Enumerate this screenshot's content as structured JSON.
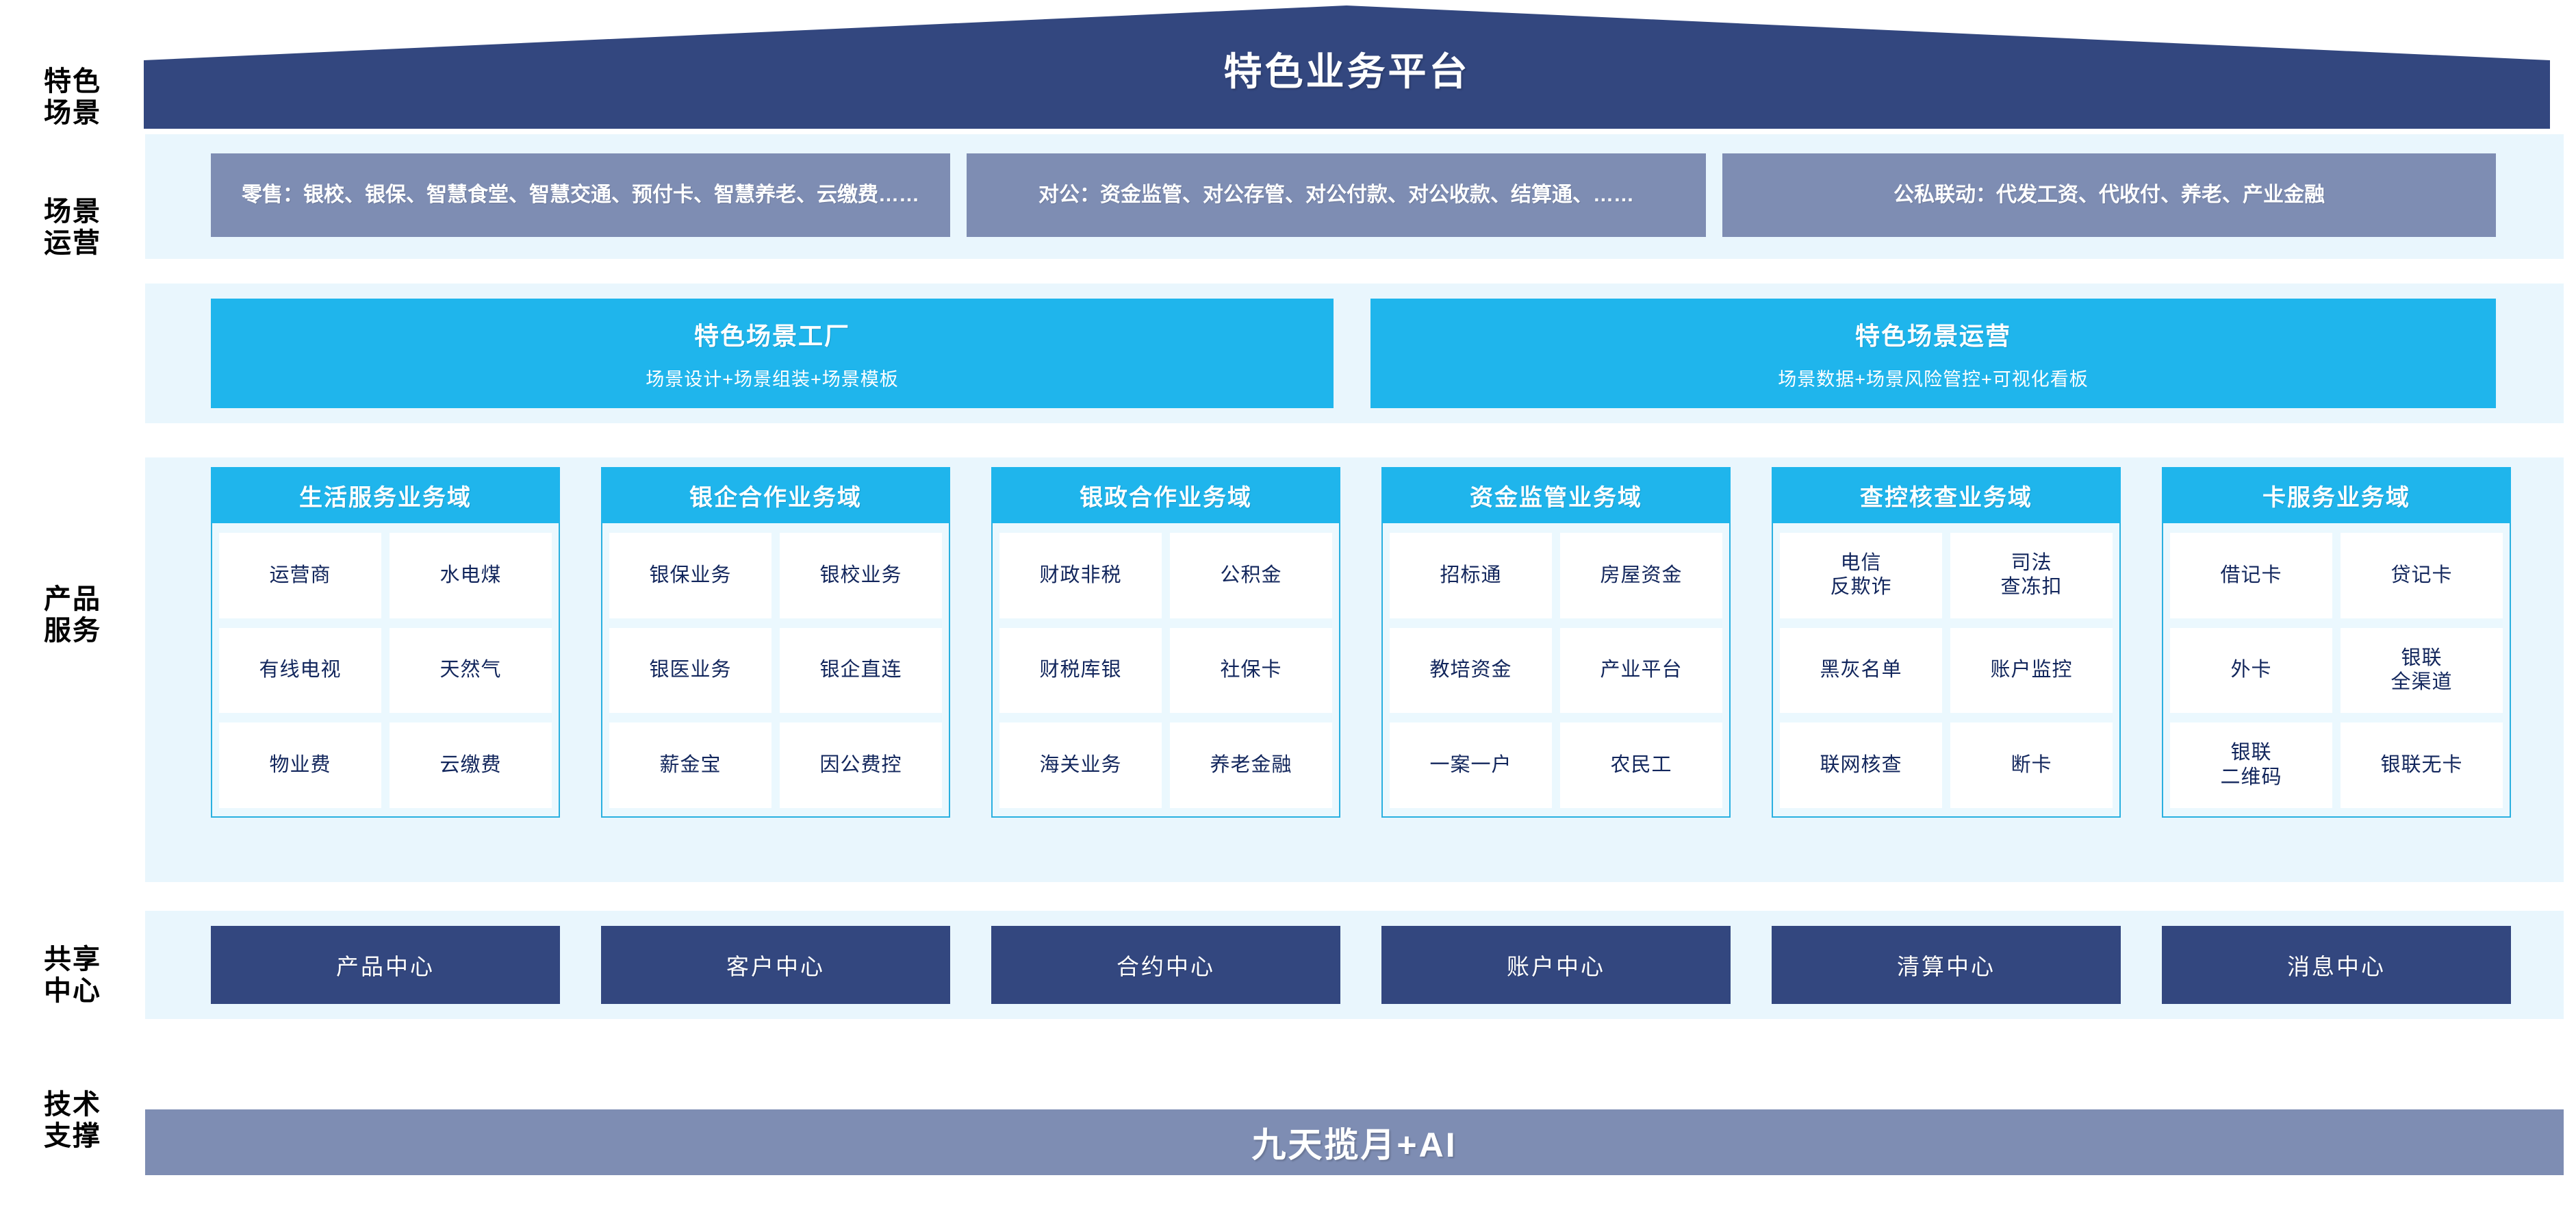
{
  "title": "特色业务平台",
  "colors": {
    "roof": "#33477f",
    "band_bg": "#e9f6fd",
    "scenario_box": "#7e8db3",
    "cyan": "#1fb5ec",
    "navy": "#33477f",
    "text_navy": "#12265c",
    "card_border": "#2ab0e0"
  },
  "rail": {
    "labels": [
      {
        "id": "scenario",
        "line1": "特色",
        "line2": "场景"
      },
      {
        "id": "operation",
        "line1": "场景",
        "line2": "运营"
      },
      {
        "id": "product",
        "line1": "产品",
        "line2": "服务"
      },
      {
        "id": "shared",
        "line1": "共享",
        "line2": "中心"
      },
      {
        "id": "tech",
        "line1": "技术",
        "line2": "支撑"
      }
    ]
  },
  "scenarios": [
    {
      "id": "retail",
      "text": "零售：银校、银保、智慧食堂、智慧交通、预付卡、智慧养老、云缴费……"
    },
    {
      "id": "corporate",
      "text": "对公：资金监管、对公存管、对公付款、对公收款、结算通、……"
    },
    {
      "id": "linkage",
      "text": "公私联动：代发工资、代收付、养老、产业金融"
    }
  ],
  "operations": [
    {
      "id": "scene-factory",
      "title": "特色场景工厂",
      "subtitle": "场景设计+场景组装+场景模板"
    },
    {
      "id": "scene-ops",
      "title": "特色场景运营",
      "subtitle": "场景数据+场景风险管控+可视化看板"
    }
  ],
  "domains": [
    {
      "id": "life-service",
      "title": "生活服务业务域",
      "items": [
        "运营商",
        "水电煤",
        "有线电视",
        "天然气",
        "物业费",
        "云缴费"
      ]
    },
    {
      "id": "bank-enterprise",
      "title": "银企合作业务域",
      "items": [
        "银保业务",
        "银校业务",
        "银医业务",
        "银企直连",
        "薪金宝",
        "因公费控"
      ]
    },
    {
      "id": "bank-government",
      "title": "银政合作业务域",
      "items": [
        "财政非税",
        "公积金",
        "财税库银",
        "社保卡",
        "海关业务",
        "养老金融"
      ]
    },
    {
      "id": "fund-supervision",
      "title": "资金监管业务域",
      "items": [
        "招标通",
        "房屋资金",
        "教培资金",
        "产业平台",
        "一案一户",
        "农民工"
      ]
    },
    {
      "id": "investigation",
      "title": "查控核查业务域",
      "items": [
        "电信\n反欺诈",
        "司法\n查冻扣",
        "黑灰名单",
        "账户监控",
        "联网核查",
        "断卡"
      ]
    },
    {
      "id": "card-service",
      "title": "卡服务业务域",
      "items": [
        "借记卡",
        "贷记卡",
        "外卡",
        "银联\n全渠道",
        "银联\n二维码",
        "银联无卡"
      ]
    }
  ],
  "shared_centers": [
    {
      "id": "product-center",
      "label": "产品中心"
    },
    {
      "id": "customer-center",
      "label": "客户中心"
    },
    {
      "id": "contract-center",
      "label": "合约中心"
    },
    {
      "id": "account-center",
      "label": "账户中心"
    },
    {
      "id": "clearing-center",
      "label": "清算中心"
    },
    {
      "id": "message-center",
      "label": "消息中心"
    }
  ],
  "tech_support": {
    "label": "九天揽月+AI"
  }
}
